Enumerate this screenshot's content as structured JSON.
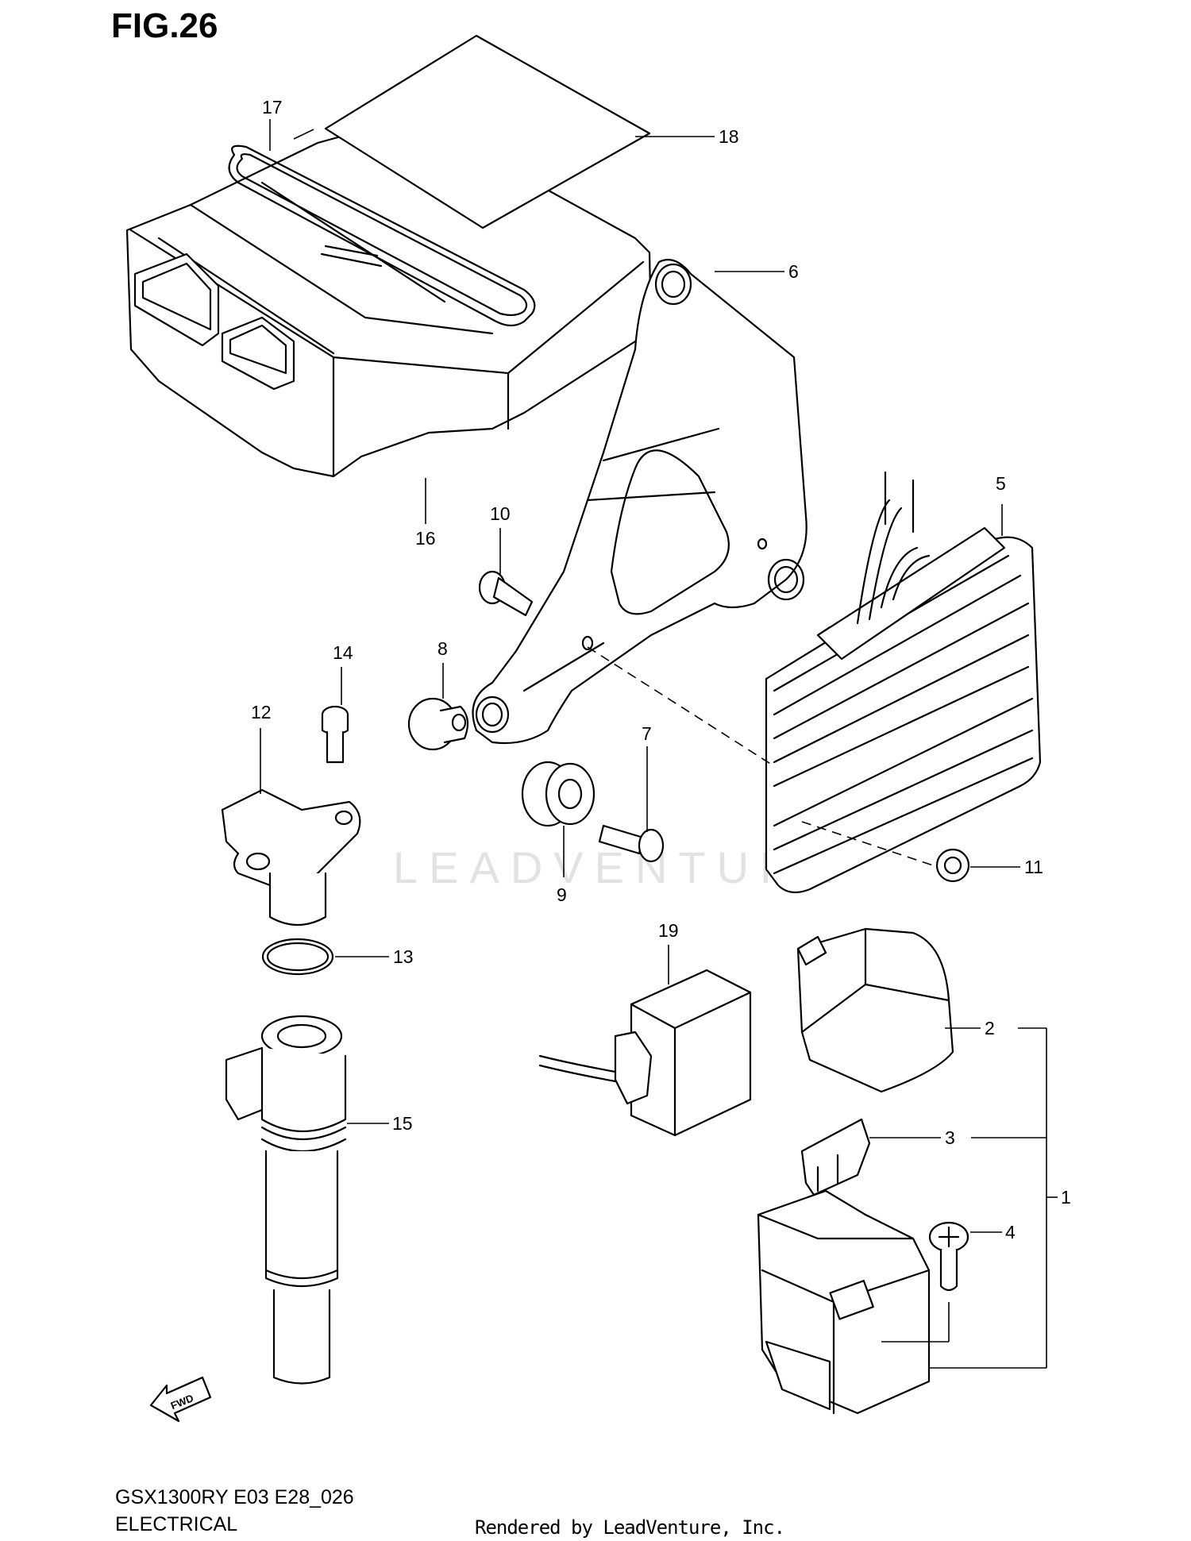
{
  "figure": {
    "title": "FIG.26",
    "model_code": "GSX1300RY E03 E28_026",
    "section": "ELECTRICAL",
    "rendered_by": "Rendered by LeadVenture, Inc.",
    "watermark": "LEADVENTURE",
    "fwd_label": "FWD"
  },
  "callouts": [
    "1",
    "2",
    "3",
    "4",
    "5",
    "6",
    "7",
    "8",
    "9",
    "10",
    "11",
    "12",
    "13",
    "14",
    "15",
    "16",
    "17",
    "18",
    "19"
  ]
}
